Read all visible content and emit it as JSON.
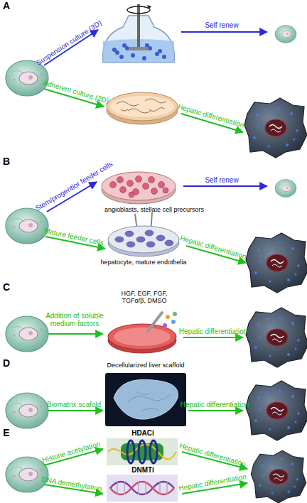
{
  "diagram": {
    "nodes": [
      {
        "text": [
          "angioblasts, stellate cell precursors"
        ]
      },
      {
        "text": [
          "hepatocyte, mature endothelia"
        ]
      },
      {
        "text": [
          "HGF, EGF, FGF, TGFα/β, DMSO"
        ]
      },
      {
        "text": [
          "Decellularized liver scaffold"
        ]
      },
      {
        "text": [
          "HDACi"
        ]
      },
      {
        "text": [
          "DNMTi"
        ]
      }
    ],
    "labels": [
      "A",
      "Suspension culture (3D)",
      "Self renew",
      "Adherent culture (2D)",
      "Hepatic differentiation",
      "B",
      "Stem/progentior feeder cells",
      "Self renew",
      "Mature feeder cells",
      "Hepatic differentiation",
      "C",
      "Addition of soluble medium factors",
      "Hepatic differentiation",
      "D",
      "Biomatrix scafold",
      "Hepatic differentiation",
      "E",
      "Histone acetylation",
      "Hepatic differentiation",
      "DNA demethylation",
      "Hepatic differentiation"
    ]
  }
}
